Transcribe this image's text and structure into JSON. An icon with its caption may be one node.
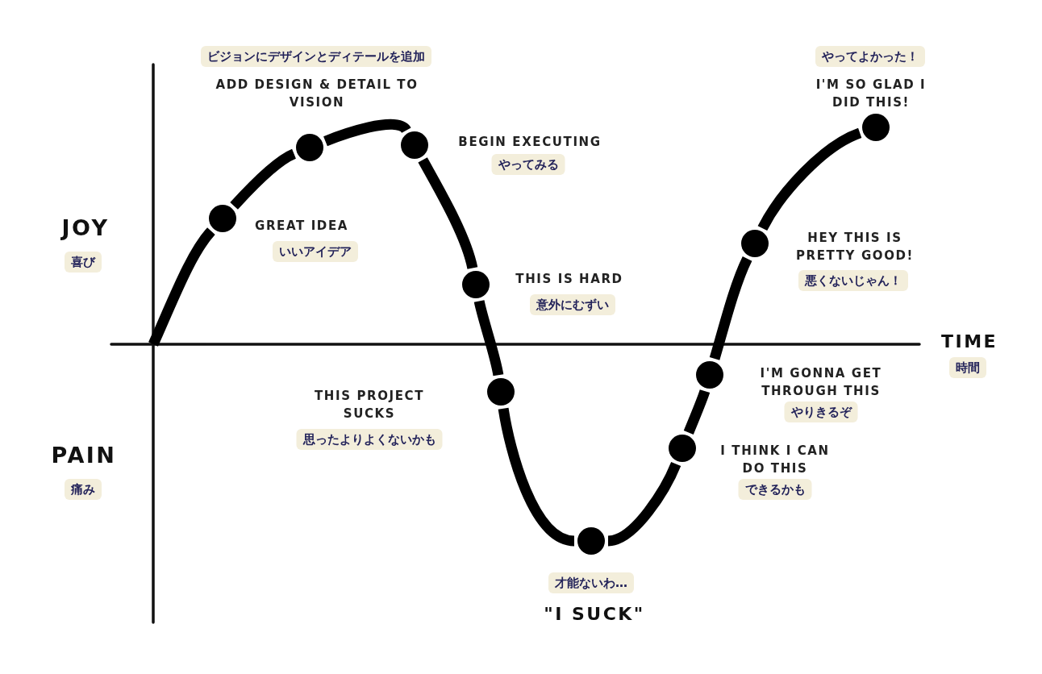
{
  "diagram": {
    "nodes": [
      {
        "text": [],
        "shape": "circle",
        "beside": [
          "GREAT IDEA",
          "いいアイデア"
        ]
      },
      {
        "text": [],
        "shape": "circle",
        "beside": [
          "ビジョンにデザインとディテールを追加",
          "ADD DESIGN & DETAIL TO VISION"
        ]
      },
      {
        "text": [],
        "shape": "circle",
        "beside": [
          "BEGIN EXECUTING",
          "やってみる"
        ]
      },
      {
        "text": [],
        "shape": "circle",
        "beside": [
          "THIS IS HARD",
          "意外にむずい"
        ]
      },
      {
        "text": [],
        "shape": "circle",
        "beside": [
          "THIS PROJECT SUCKS",
          "思ったよりよくないかも"
        ]
      },
      {
        "text": [],
        "shape": "circle",
        "beside": [
          "才能ないわ…",
          "\"I SUCK\""
        ]
      },
      {
        "text": [],
        "shape": "circle",
        "beside": [
          "I THINK I CAN DO THIS",
          "できるかも"
        ]
      },
      {
        "text": [],
        "shape": "circle",
        "beside": [
          "I'M GONNA GET THROUGH THIS",
          "やりきるぞ"
        ]
      },
      {
        "text": [],
        "shape": "circle",
        "beside": [
          "HEY THIS IS PRETTY GOOD!",
          "悪くないじゃん！"
        ]
      },
      {
        "text": [],
        "shape": "circle",
        "beside": [
          "やってよかった！",
          "I'M SO GLAD I DID THIS!"
        ]
      }
    ],
    "edges": [
      {
        "from": null,
        "to": 0,
        "arrow": "none"
      },
      {
        "from": 0,
        "to": 1,
        "arrow": "none"
      },
      {
        "from": 1,
        "to": 2,
        "arrow": "none"
      },
      {
        "from": 2,
        "to": 3,
        "arrow": "none"
      },
      {
        "from": 3,
        "to": 4,
        "arrow": "none"
      },
      {
        "from": 4,
        "to": 5,
        "arrow": "none"
      },
      {
        "from": 5,
        "to": 6,
        "arrow": "none"
      },
      {
        "from": 6,
        "to": 7,
        "arrow": "none"
      },
      {
        "from": 7,
        "to": 8,
        "arrow": "none"
      },
      {
        "from": 8,
        "to": 9,
        "arrow": "none"
      }
    ],
    "labels": [
      "JOY",
      "喜び",
      "PAIN",
      "痛み",
      "TIME",
      "時間"
    ]
  }
}
